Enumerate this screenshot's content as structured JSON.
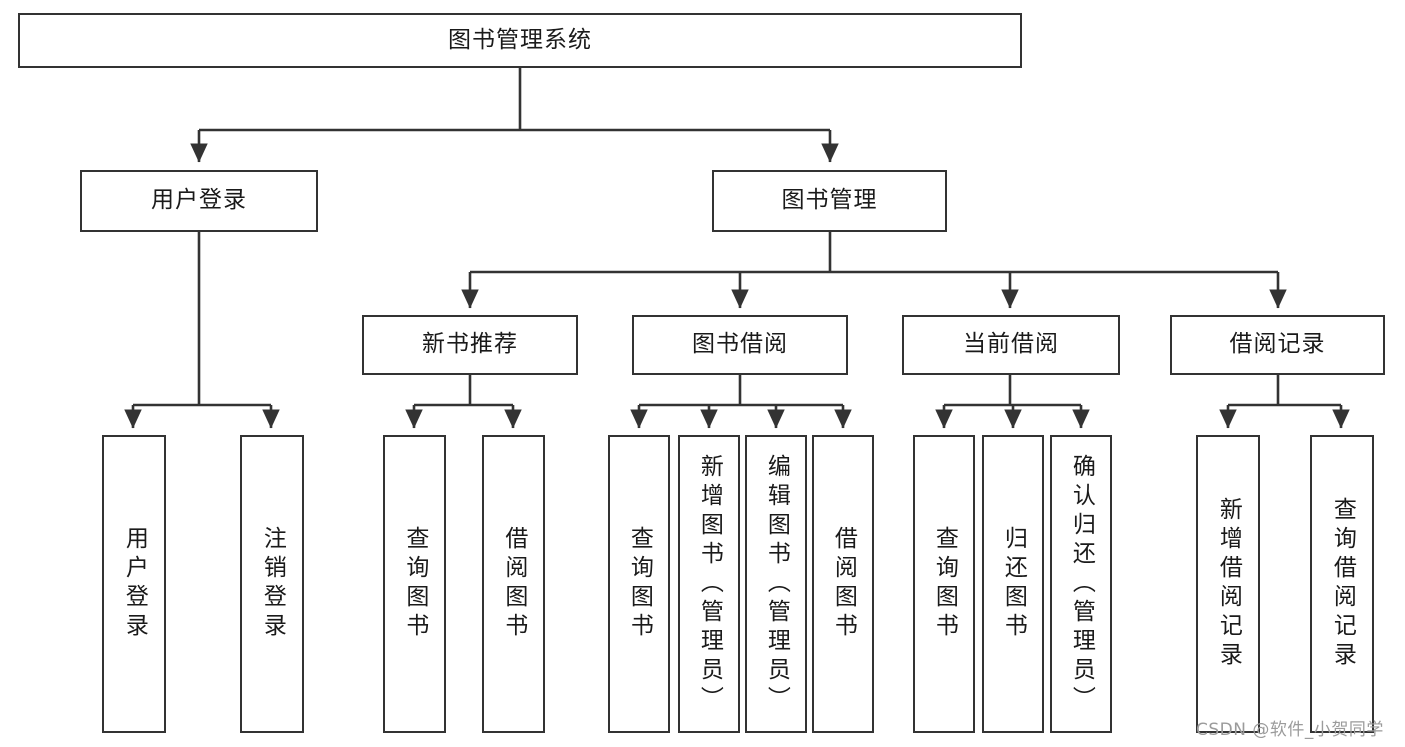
{
  "diagram": {
    "title_node": {
      "label": "图书管理系统"
    },
    "level2": [
      {
        "id": "user-login",
        "label": "用户登录"
      },
      {
        "id": "book-management",
        "label": "图书管理"
      }
    ],
    "level3": [
      {
        "id": "new-book-recommend",
        "label": "新书推荐"
      },
      {
        "id": "book-borrow",
        "label": "图书借阅"
      },
      {
        "id": "current-borrow",
        "label": "当前借阅"
      },
      {
        "id": "borrow-record",
        "label": "借阅记录"
      }
    ],
    "leaves": {
      "user_login": [
        {
          "id": "leaf-user-login",
          "label": "用户登录"
        },
        {
          "id": "leaf-logout-login",
          "label": "注销登录"
        }
      ],
      "new_book_recommend": [
        {
          "id": "leaf-query-book-1",
          "label": "查询图书"
        },
        {
          "id": "leaf-borrow-book-1",
          "label": "借阅图书"
        }
      ],
      "book_borrow": [
        {
          "id": "leaf-query-book-2",
          "label": "查询图书"
        },
        {
          "id": "leaf-add-book",
          "label": "新增图书（管理员）"
        },
        {
          "id": "leaf-edit-book",
          "label": "编辑图书（管理员）"
        },
        {
          "id": "leaf-borrow-book-2",
          "label": "借阅图书"
        }
      ],
      "current_borrow": [
        {
          "id": "leaf-query-book-3",
          "label": "查询图书"
        },
        {
          "id": "leaf-return-book",
          "label": "归还图书"
        },
        {
          "id": "leaf-confirm-return",
          "label": "确认归还（管理员）"
        }
      ],
      "borrow_record": [
        {
          "id": "leaf-add-record",
          "label": "新增借阅记录"
        },
        {
          "id": "leaf-query-record",
          "label": "查询借阅记录"
        }
      ]
    }
  },
  "watermark": {
    "text": "CSDN @软件_小贺同学"
  },
  "colors": {
    "stroke": "#333333",
    "fill": "#ffffff",
    "text": "#1a1a1a",
    "watermark": "#9b9b9b"
  }
}
